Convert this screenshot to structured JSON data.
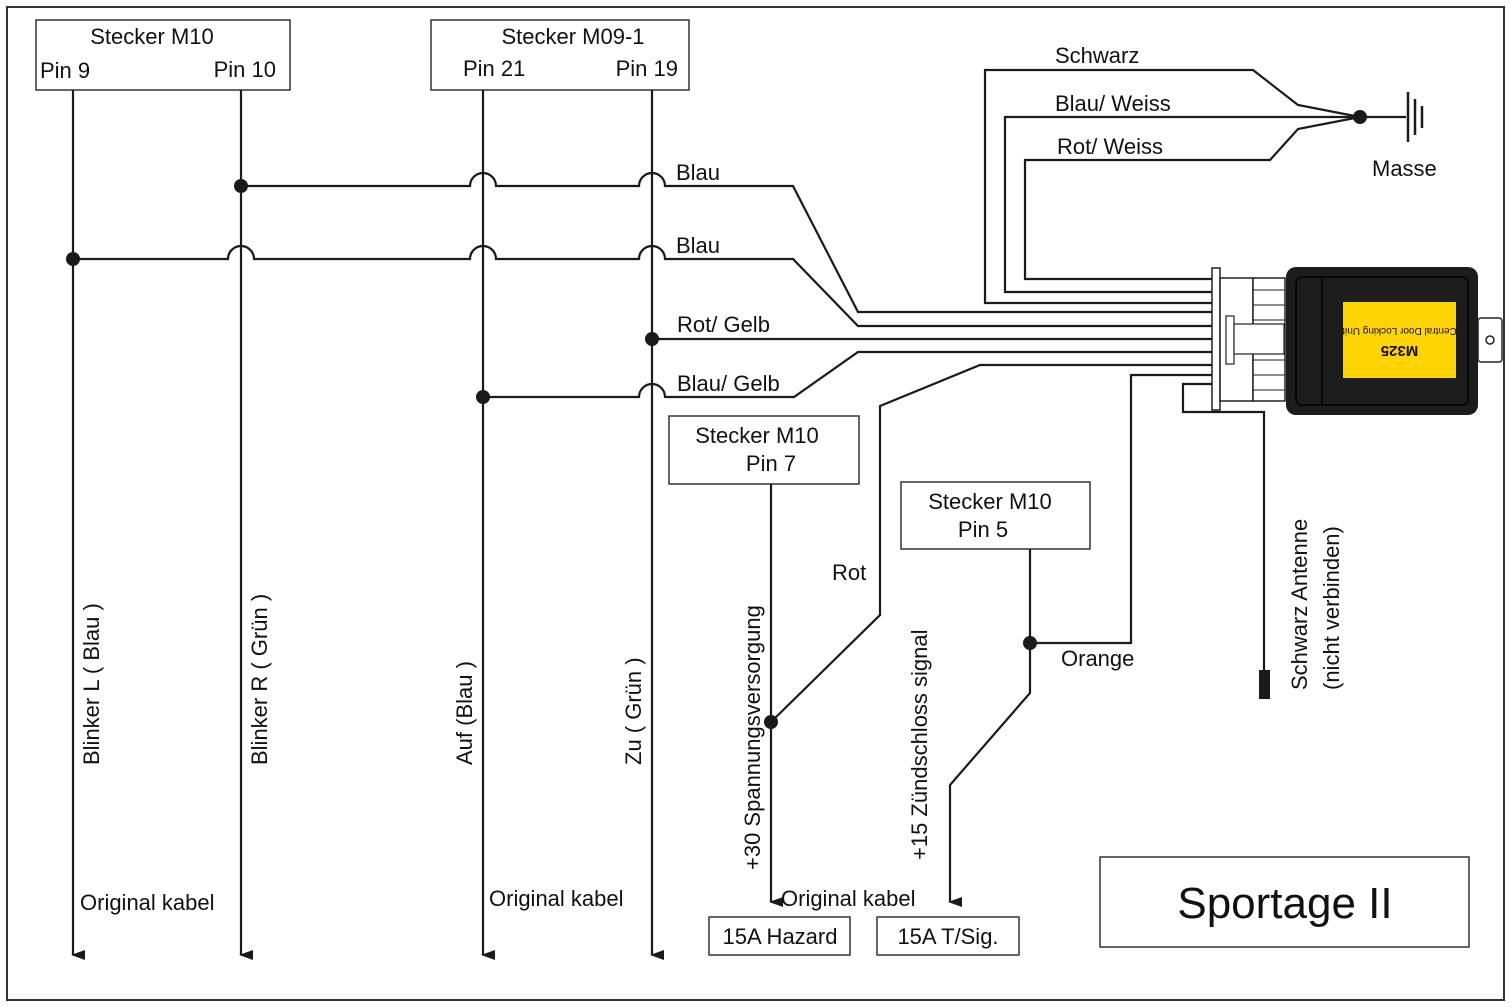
{
  "connectors": {
    "m10_top": {
      "title": "Stecker M10",
      "pin_left": "Pin 9",
      "pin_right": "Pin 10"
    },
    "m09": {
      "title": "Stecker M09-1",
      "pin_left": "Pin 21",
      "pin_right": "Pin 19"
    },
    "m10_pin7": {
      "title": "Stecker M10",
      "pin": "Pin 7"
    },
    "m10_pin5": {
      "title": "Stecker M10",
      "pin": "Pin 5"
    }
  },
  "wires": {
    "schwarz": "Schwarz",
    "blau_weiss": "Blau/ Weiss",
    "rot_weiss": "Rot/ Weiss",
    "masse": "Masse",
    "blau_1": "Blau",
    "blau_2": "Blau",
    "rot_gelb": "Rot/ Gelb",
    "blau_gelb": "Blau/ Gelb",
    "rot": "Rot",
    "orange": "Orange"
  },
  "vertical_labels": {
    "blinker_l": "Blinker L ( Blau )",
    "blinker_r": "Blinker R ( Grün )",
    "auf": "Auf (Blau )",
    "zu": "Zu ( Grün )",
    "spannung": "+30 Spannungsversorgung",
    "zuend": "+15 Zündschloss signal",
    "antenne_1": "Schwarz Antenne",
    "antenne_2": "(nicht verbinden)"
  },
  "bottom": {
    "original_1": "Original kabel",
    "original_2": "Original kabel",
    "original_3": "Original kabel",
    "fuse_hazard": "15A  Hazard",
    "fuse_tsig": "15A T/Sig."
  },
  "unit": {
    "model": "M325",
    "desc": "Central Door Locking Unit",
    "label_color": "#FFD400"
  },
  "title": "Sportage II"
}
